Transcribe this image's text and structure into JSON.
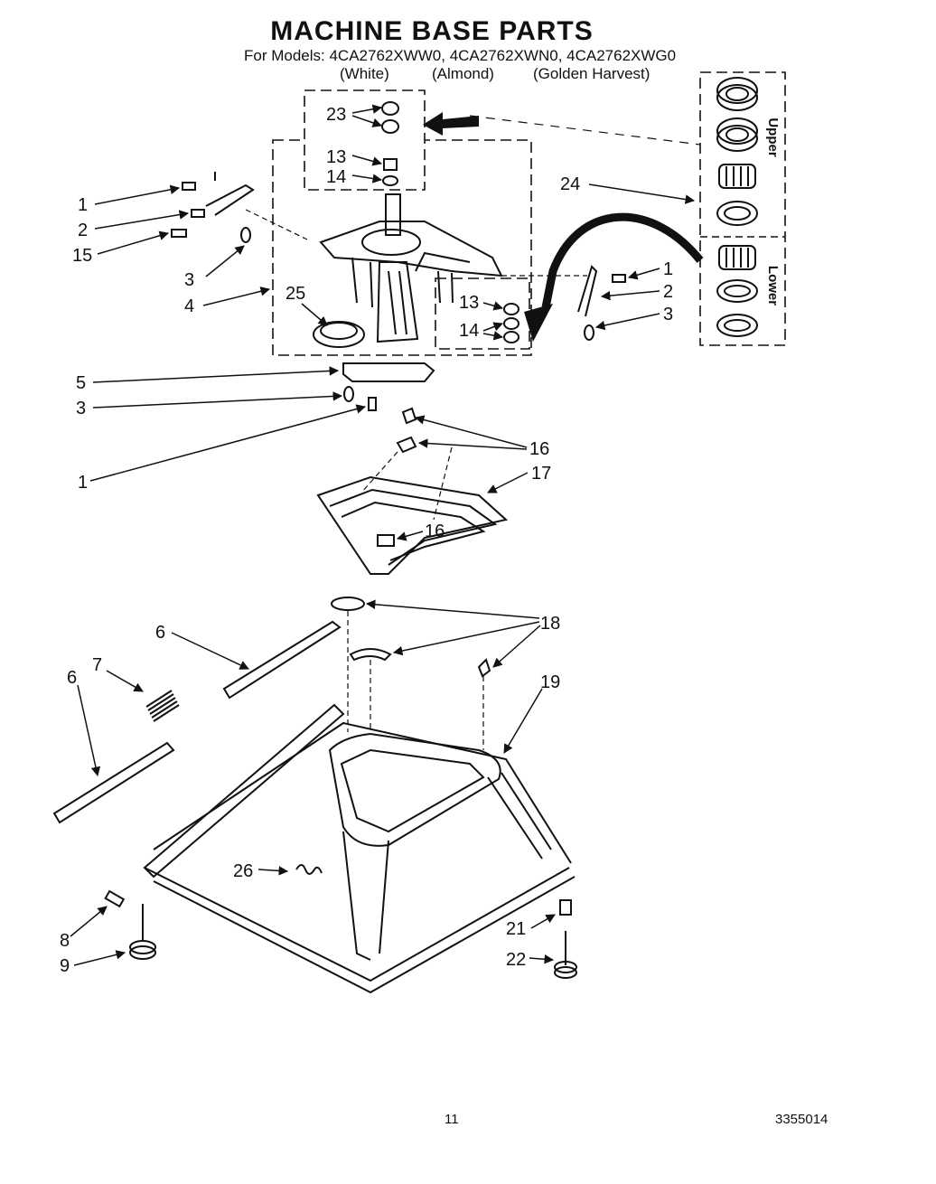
{
  "title": "MACHINE BASE PARTS",
  "models_line": "For Models: 4CA2762XWW0, 4CA2762XWN0, 4CA2762XWG0",
  "finishes": [
    "(White)",
    "(Almond)",
    "(Golden Harvest)"
  ],
  "bearing_labels": {
    "upper": "Upper",
    "lower": "Lower"
  },
  "callouts": {
    "c1a": "1",
    "c2a": "2",
    "c15": "15",
    "c3a": "3",
    "c4": "4",
    "c23": "23",
    "c13a": "13",
    "c14a": "14",
    "c24": "24",
    "c25": "25",
    "c1b": "1",
    "c2b": "2",
    "c3b": "3",
    "c13b": "13",
    "c14b": "14",
    "c5": "5",
    "c3c": "3",
    "c1c": "1",
    "c16a": "16",
    "c17": "17",
    "c16b": "16",
    "c18": "18",
    "c6a": "6",
    "c7": "7",
    "c6b": "6",
    "c19": "19",
    "c26": "26",
    "c8": "8",
    "c9": "9",
    "c21": "21",
    "c22": "22"
  },
  "page_number": "11",
  "doc_number": "3355014"
}
